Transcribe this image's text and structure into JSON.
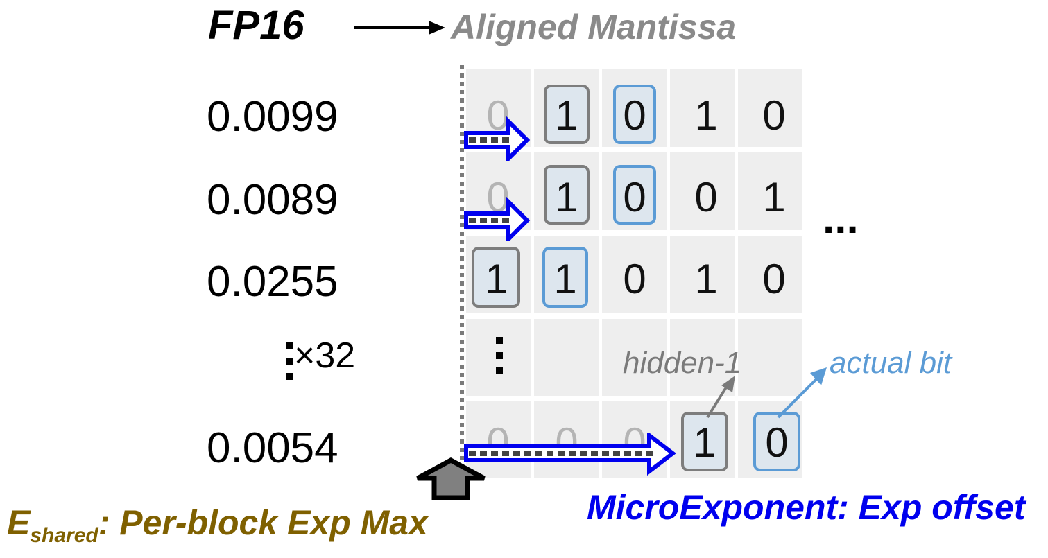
{
  "title": {
    "left": "FP16",
    "right": "Aligned Mantissa"
  },
  "rows": [
    {
      "value": "0.0099",
      "bits": [
        "0",
        "1",
        "0",
        "1",
        "0"
      ]
    },
    {
      "value": "0.0089",
      "bits": [
        "0",
        "1",
        "0",
        "0",
        "1"
      ]
    },
    {
      "value": "0.0255",
      "bits": [
        "1",
        "1",
        "0",
        "1",
        "0"
      ]
    },
    {
      "value": "0.0054",
      "bits": [
        "0",
        "0",
        "0",
        "1",
        "0"
      ]
    }
  ],
  "repeat_label": "×32",
  "ellipsis": "...",
  "labels": {
    "hidden": "hidden-1",
    "actual": "actual bit",
    "e_shared_main": "E",
    "e_shared_sub": "shared",
    "e_shared_rest": ": Per-block Exp Max",
    "micro_exponent": "MicroExponent: Exp offset"
  },
  "colors": {
    "gray_box": "#7d7d7d",
    "blue_box": "#5b9bd5",
    "arrow_blue": "#0000ee",
    "eshared_text": "#7f6000"
  }
}
